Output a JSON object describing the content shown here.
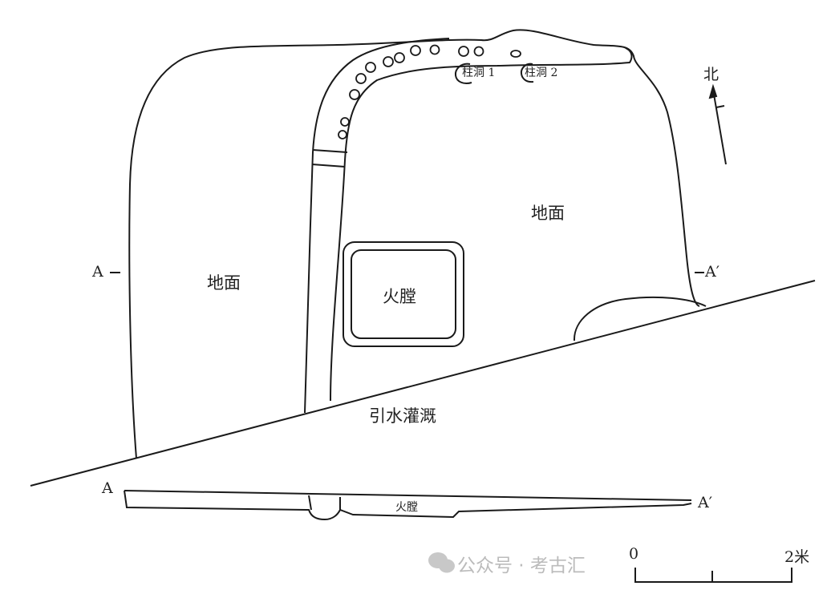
{
  "plan": {
    "floor_left": "地面",
    "floor_right": "地面",
    "fire_pit": "火膛",
    "channel": "引水灌溉",
    "posthole_1": "柱洞 1",
    "posthole_2": "柱洞 2",
    "section_a": "A",
    "section_a_prime": "A′",
    "north": "北"
  },
  "section": {
    "a": "A",
    "a_prime": "A′",
    "fire_pit": "火膛"
  },
  "scale": {
    "start": "0",
    "end": "2米"
  },
  "watermark": "公众号 · 考古汇",
  "colors": {
    "line": "#1a1a1a",
    "watermark": "#bbbbbb"
  }
}
